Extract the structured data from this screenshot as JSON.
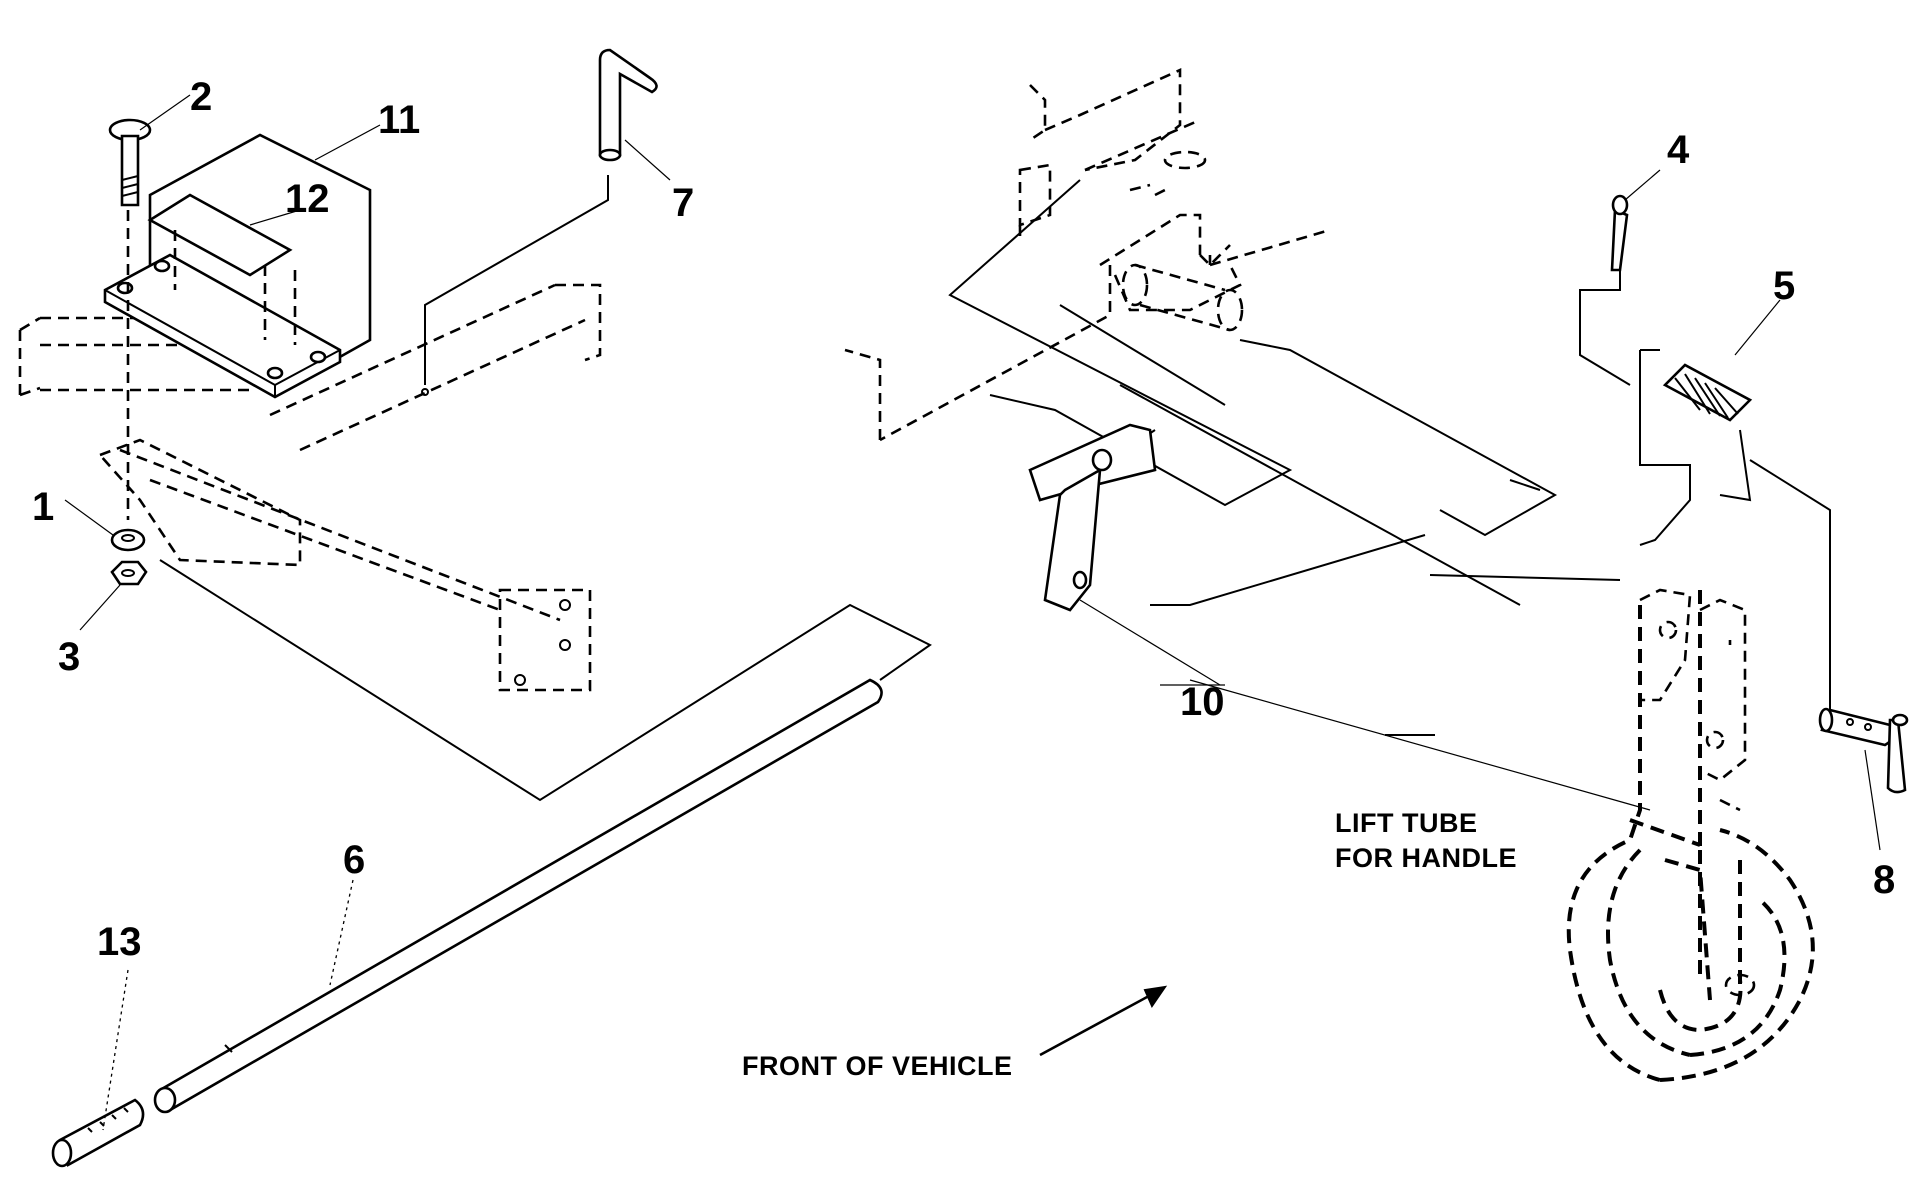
{
  "callouts": {
    "c1": "1",
    "c2": "2",
    "c3": "3",
    "c4": "4",
    "c5": "5",
    "c6": "6",
    "c7": "7",
    "c8": "8",
    "c10": "10",
    "c11": "11",
    "c12": "12",
    "c13": "13"
  },
  "labels": {
    "lift_tube_line1": "LIFT TUBE",
    "lift_tube_line2": "FOR HANDLE",
    "front_of_vehicle": "FRONT OF VEHICLE"
  },
  "colors": {
    "ink": "#000000",
    "background": "#ffffff"
  }
}
